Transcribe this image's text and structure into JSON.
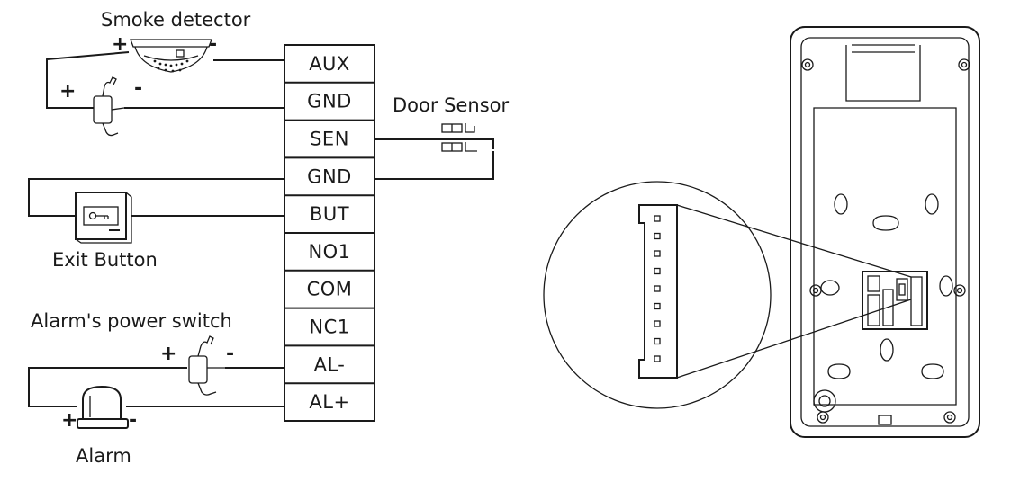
{
  "labels": {
    "smoke_detector": "Smoke detector",
    "door_sensor": "Door Sensor",
    "exit_button": "Exit Button",
    "alarm_power_switch": "Alarm's power switch",
    "alarm": "Alarm"
  },
  "polarity": {
    "plus": "+",
    "minus": "-"
  },
  "terminals": [
    {
      "id": "aux",
      "label": "AUX"
    },
    {
      "id": "gnd1",
      "label": "GND"
    },
    {
      "id": "sen",
      "label": "SEN"
    },
    {
      "id": "gnd2",
      "label": "GND"
    },
    {
      "id": "but",
      "label": "BUT"
    },
    {
      "id": "no1",
      "label": "NO1"
    },
    {
      "id": "com",
      "label": "COM"
    },
    {
      "id": "nc1",
      "label": "NC1"
    },
    {
      "id": "al_minus",
      "label": "AL-"
    },
    {
      "id": "al_plus",
      "label": "AL+"
    }
  ],
  "connector_pin_count": 9
}
